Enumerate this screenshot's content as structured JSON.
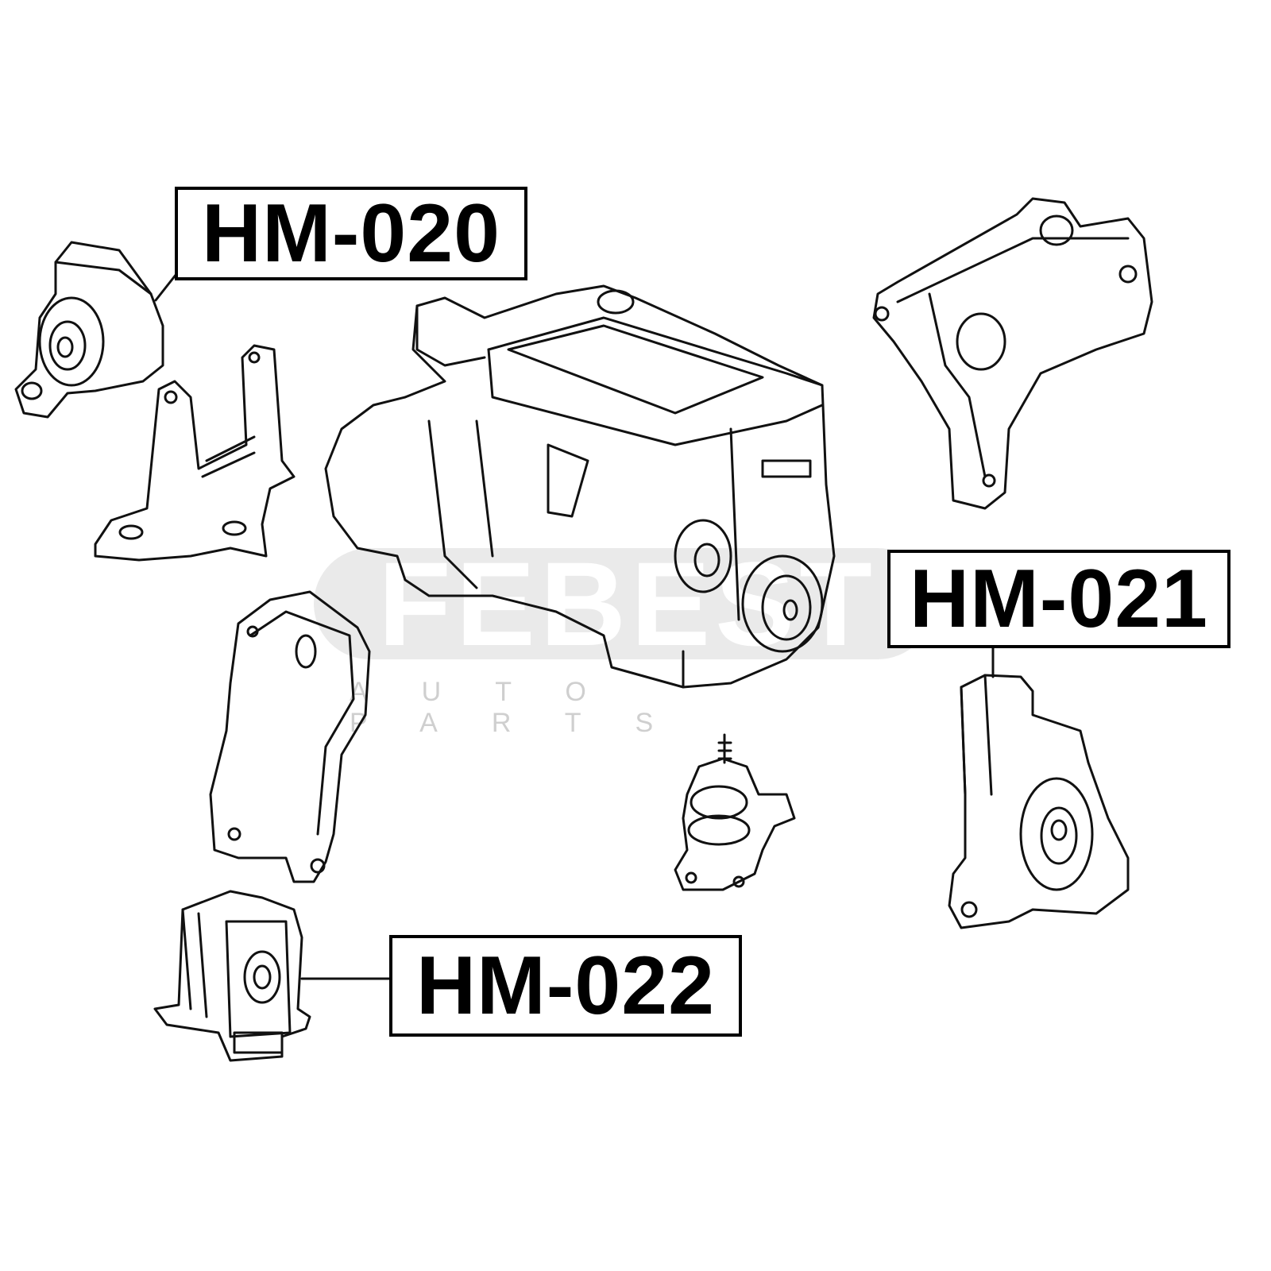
{
  "watermark": {
    "brand": "FEBEST",
    "tagline": "AUTO PARTS"
  },
  "labels": {
    "left_upper": "HM-020",
    "right": "HM-021",
    "bottom": "HM-022"
  },
  "colors": {
    "line": "#111111",
    "watermark": "#e6e6e6",
    "background": "#ffffff"
  }
}
